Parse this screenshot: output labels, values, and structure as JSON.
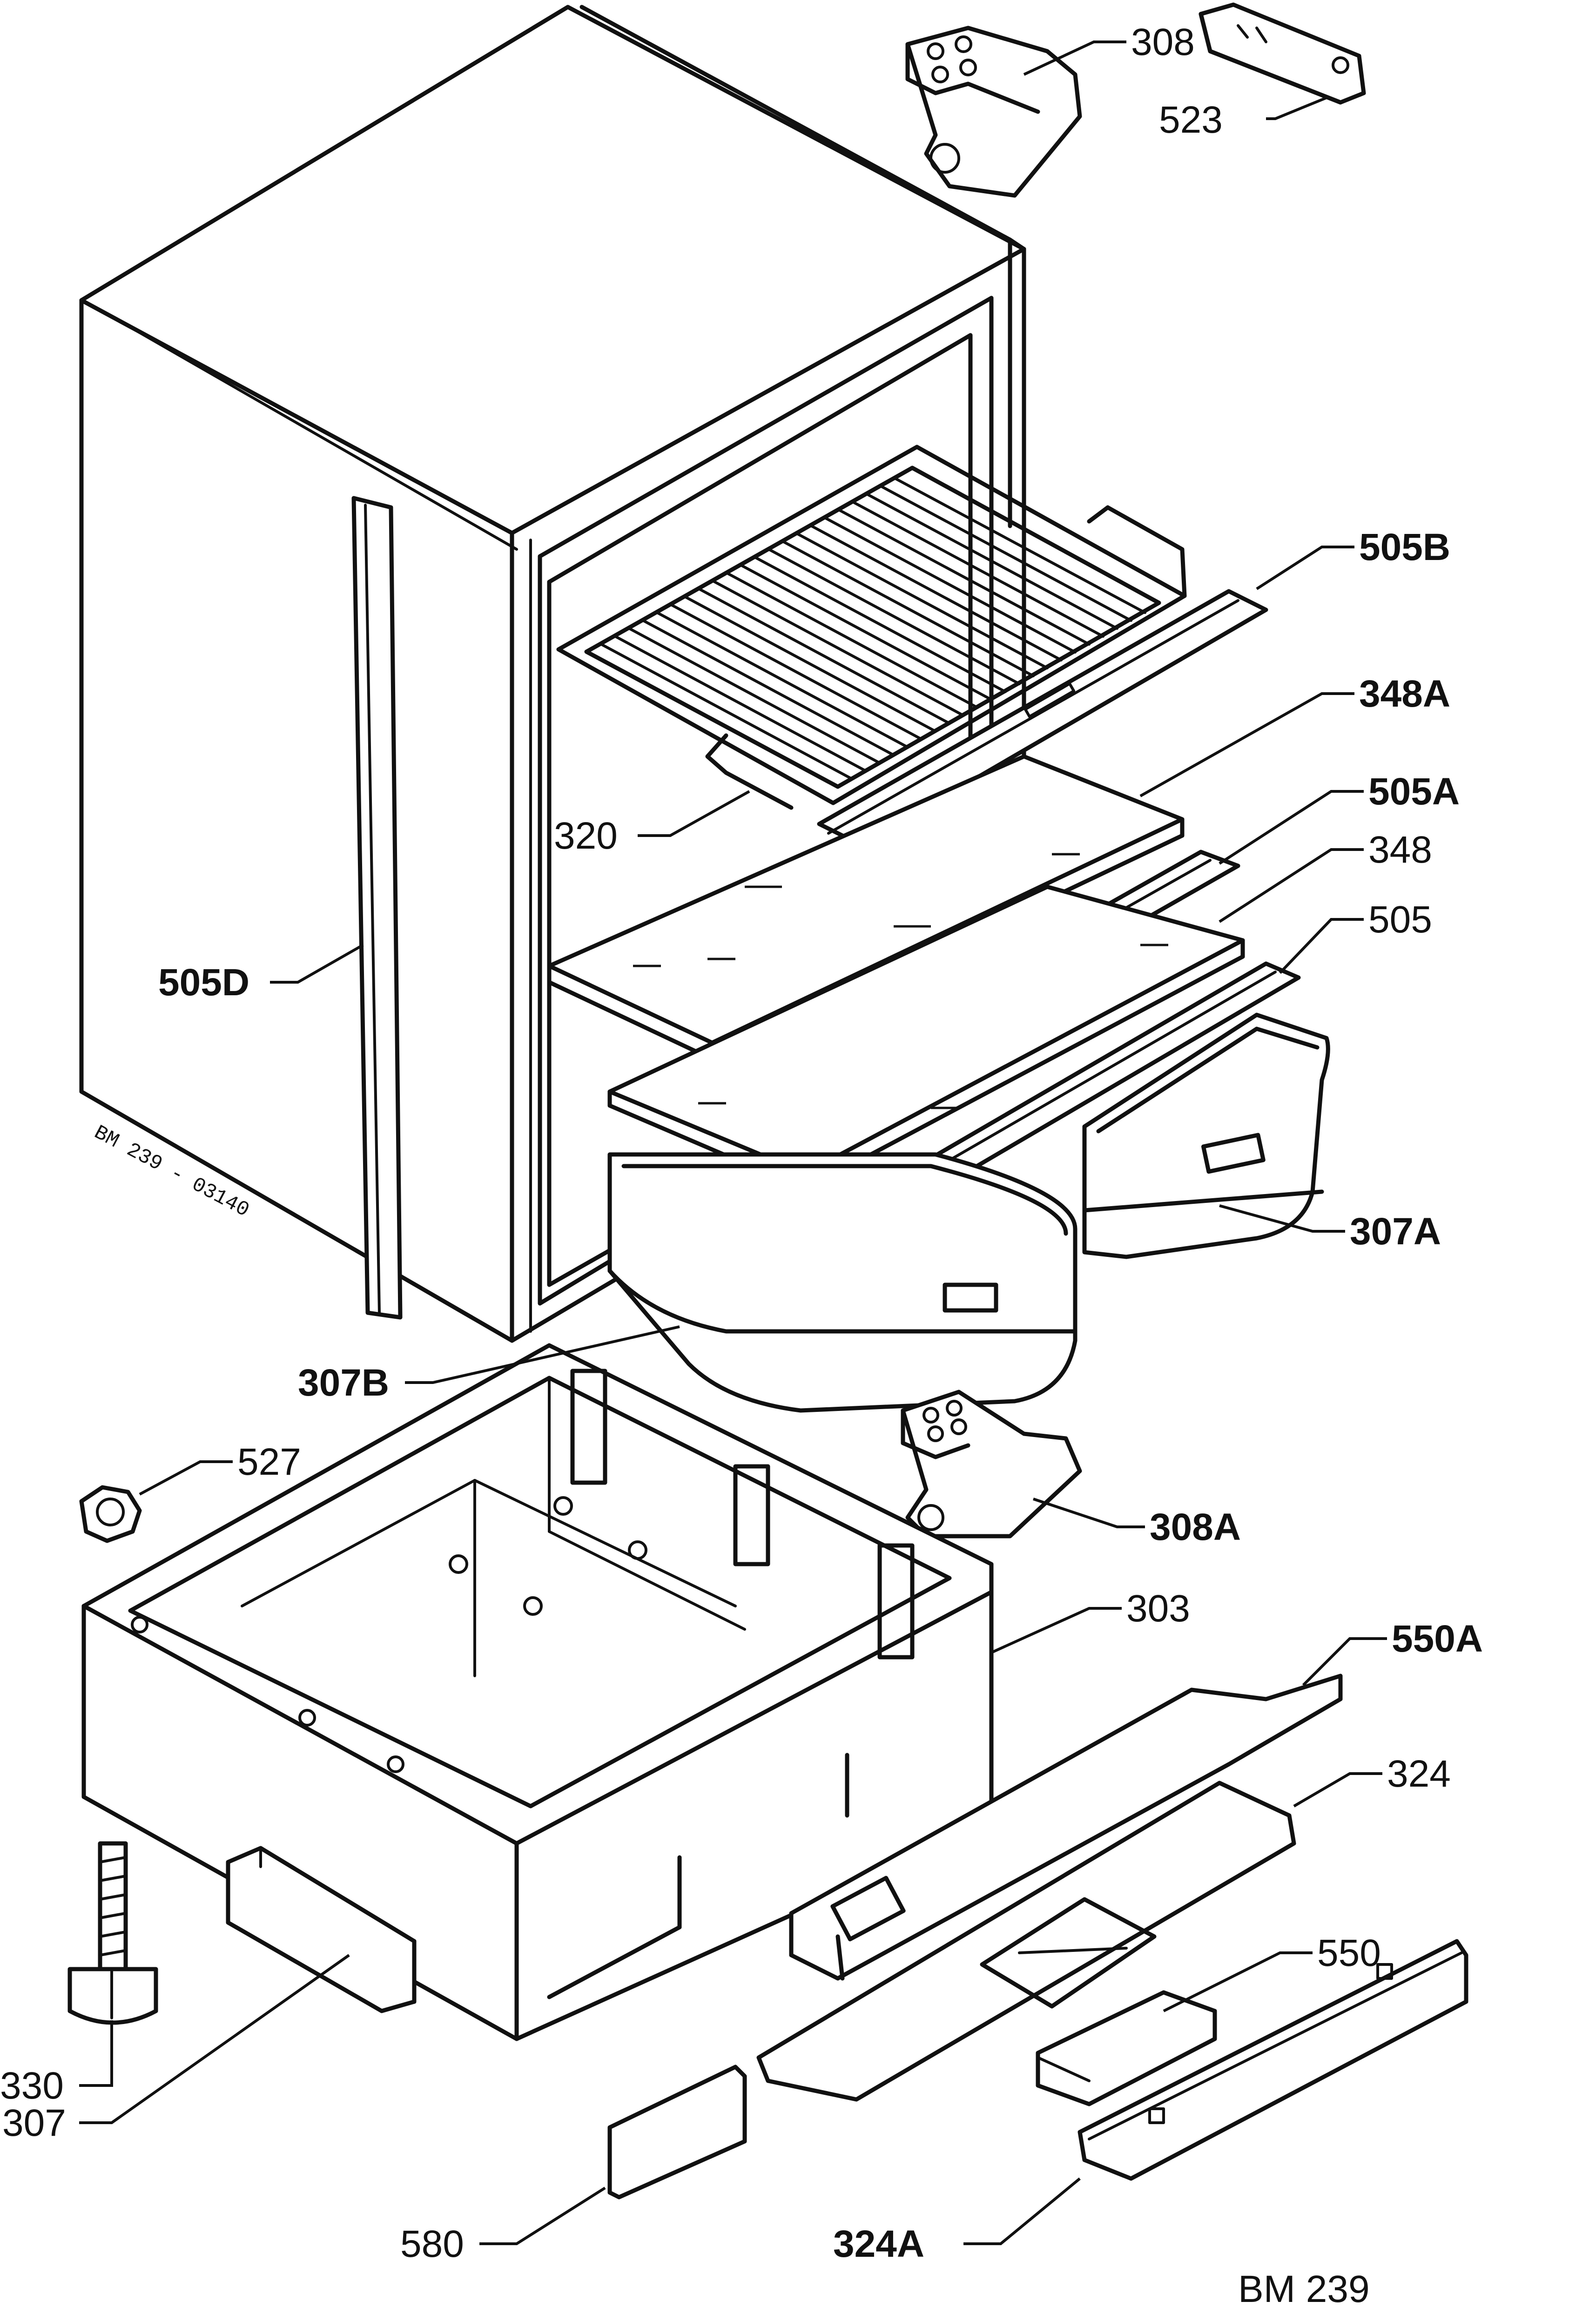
{
  "callouts": {
    "c308": "308",
    "c523": "523",
    "c505B": "505B",
    "c348A": "348A",
    "c320": "320",
    "c505A": "505A",
    "c348": "348",
    "c505": "505",
    "c505D": "505D",
    "c307A": "307A",
    "c307B": "307B",
    "c527": "527",
    "c308A": "308A",
    "c303": "303",
    "c550A": "550A",
    "c324": "324",
    "c550": "550",
    "c330": "330",
    "c307": "307",
    "c580": "580",
    "c324A": "324A"
  },
  "codes": {
    "cabinet_code": "BM 239 - 03140",
    "drawing_code": "BM 239"
  }
}
